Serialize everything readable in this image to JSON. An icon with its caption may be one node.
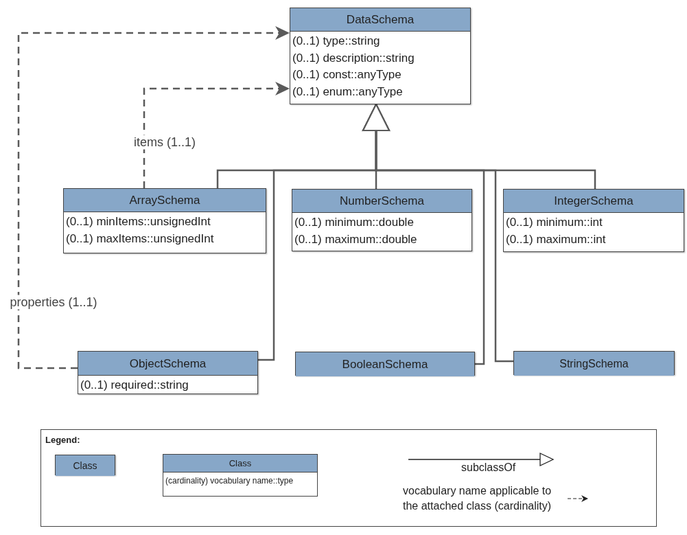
{
  "diagram": {
    "nodes": [
      {
        "text": [
          "DataSchema",
          "(0..1) type::string",
          "(0..1) description::string",
          "(0..1) const::anyType",
          "(0..1) enum::anyType"
        ]
      },
      {
        "text": [
          "ArraySchema",
          "(0..1) minItems::unsignedInt",
          "(0..1) maxItems::unsignedInt"
        ]
      },
      {
        "text": [
          "NumberSchema",
          "(0..1) minimum::double",
          "(0..1) maximum::double"
        ]
      },
      {
        "text": [
          "IntegerSchema",
          "(0..1) minimum::int",
          "(0..1) maximum::int"
        ]
      },
      {
        "text": [
          "ObjectSchema",
          "(0..1) required::string"
        ]
      },
      {
        "text": [
          "BooleanSchema"
        ]
      },
      {
        "text": [
          "StringSchema"
        ]
      },
      {
        "text": [
          "Legend:"
        ]
      },
      {
        "text": [
          "Class"
        ],
        "in": 7
      },
      {
        "text": [
          "Class",
          "(cardinality) vocabulary name::type"
        ],
        "in": 7
      }
    ],
    "edges": [
      {
        "from": 1,
        "to": 0,
        "arrow": "to"
      },
      {
        "from": 2,
        "to": 0,
        "arrow": "to"
      },
      {
        "from": 3,
        "to": 0,
        "arrow": "to"
      },
      {
        "from": 4,
        "to": 0,
        "arrow": "to"
      },
      {
        "from": 5,
        "to": 0,
        "arrow": "to"
      },
      {
        "from": 6,
        "to": 0,
        "arrow": "to"
      },
      {
        "from": 1,
        "to": 0,
        "arrow": "to",
        "label": "items (1..1)",
        "style": "dashed"
      },
      {
        "from": 4,
        "to": 0,
        "arrow": "to",
        "label": "properties (1..1)",
        "style": "dashed"
      }
    ],
    "legend": [
      {
        "text": "subclassOf"
      },
      {
        "text": "vocabulary name applicable to the attached class (cardinality)"
      }
    ]
  }
}
